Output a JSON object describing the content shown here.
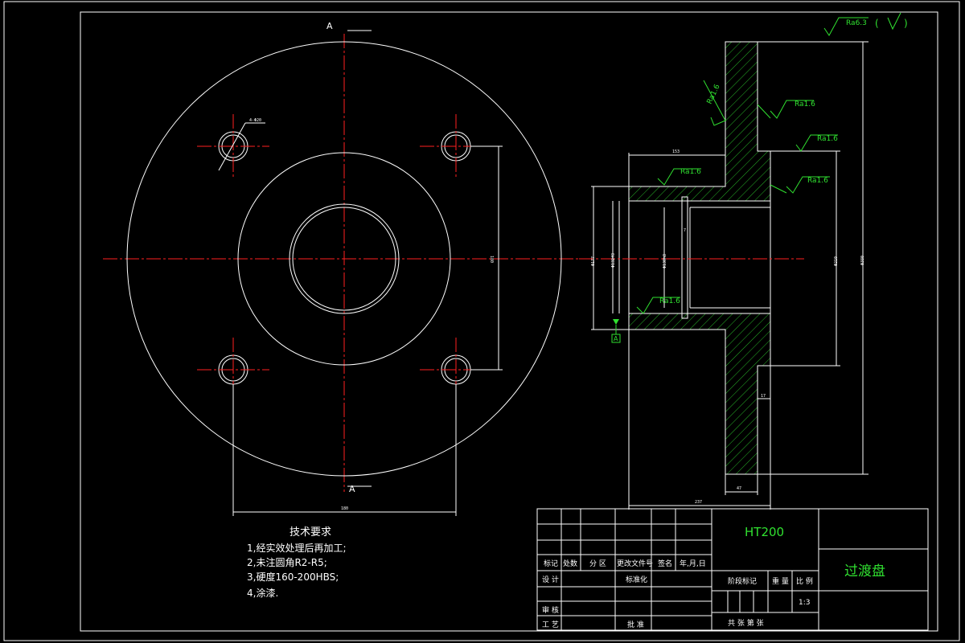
{
  "section_marks": {
    "top": "A",
    "bottom": "A",
    "datum": "A"
  },
  "dimensions": {
    "hole_dia": "4-Φ20",
    "hole_pitch_v": "180",
    "hole_pitch_h": "180",
    "hub_len": "153",
    "hub_od": "Φ177",
    "bore_dia": "Φ132f8",
    "step_dia": "Φ130h8",
    "groove": "7",
    "flange_inner": "Φ210",
    "flange_od": "Φ380",
    "flange_t": "17",
    "flange_w": "47",
    "total_len": "237"
  },
  "roughness": {
    "general": "Ra6.3",
    "surfaces": [
      "Ra1.6",
      "Ra1.6",
      "Ra1.6",
      "Ra1.6",
      "Ra1.6",
      "Ra1.6"
    ]
  },
  "tech_requirements": {
    "title": "技术要求",
    "items": [
      "1,经实效处理后再加工;",
      "2,未注圆角R2-R5;",
      "3,硬度160-200HBS;",
      "4,涂漆."
    ]
  },
  "title_block": {
    "material": "HT200",
    "part_name": "过渡盘",
    "scale": "1:3",
    "row_labels": [
      "标记",
      "处数",
      "分 区",
      "更改文件号",
      "签名",
      "年,月,日"
    ],
    "design": "设 计",
    "standard": "标准化",
    "review": "审 核",
    "process": "工 艺",
    "approve": "批 准",
    "stage_mark": "阶段标记",
    "weight": "重 量",
    "ratio": "比 例",
    "sheets": "共  张  第  张"
  },
  "colors": {
    "line": "#ffffff",
    "center": "#ff2020",
    "dim": "#30e030"
  }
}
